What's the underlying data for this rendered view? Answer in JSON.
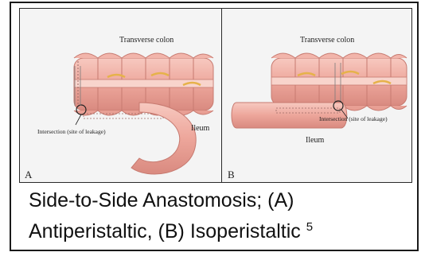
{
  "panel_a": {
    "colon_label": "Transverse colon",
    "intersection_label": "Intersection (site of leakage)",
    "ileum_label": "Ileum",
    "panel_letter": "A"
  },
  "panel_b": {
    "colon_label": "Transverse colon",
    "intersection_label": "Intersection (site of leakage)",
    "ileum_label": "Ileum",
    "panel_letter": "B"
  },
  "caption": {
    "line1": "Side-to-Side Anastomosis; (A)",
    "line2": "Antiperistaltic, (B) Isoperistaltic",
    "reference": "5"
  },
  "colors": {
    "tissue": "#f0b2a8",
    "tissue_dark": "#d98a80",
    "fat": "#e6b24a",
    "background": "#f4f4f4"
  }
}
